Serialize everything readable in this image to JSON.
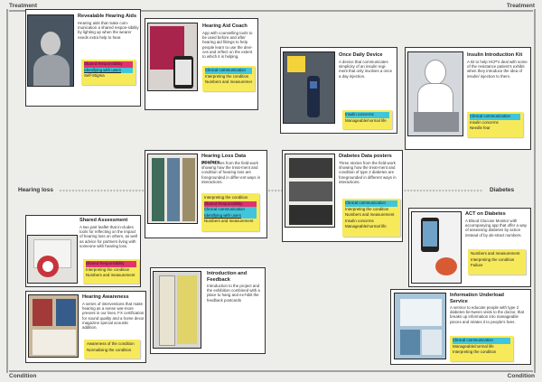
{
  "axes": {
    "top_left": "Treatment",
    "top_right": "Treatment",
    "bottom_left": "Condition",
    "bottom_right": "Condition",
    "left": "Hearing loss",
    "right": "Diabetes"
  },
  "cards": [
    {
      "title": "Revealable Hearing Aids",
      "text": "Hearing aids that make com-munication a shared respon-sibility by lighting up when the wearer needs extra help to hear.",
      "tags": [
        "Shared Responsibility",
        "Identifying with users",
        "Self-Stigma"
      ]
    },
    {
      "title": "Hearing Aid Coach",
      "text": "App with counselling tools to be used before and after hearing aid fittings to help people learn to use the devi-ces and reflect on the extent to which it is helping.",
      "tags": [
        "Clinical communication",
        "Interpreting the condition",
        "Numbers and measurement"
      ]
    },
    {
      "title": "Once Daily Device",
      "text": "A device that communicates simplicity of an insulin regi-ment that only involves a once a day injection.",
      "tags": [
        "Insulin concerns",
        "Manageable/normal life"
      ]
    },
    {
      "title": "Insulin Introduction Kit",
      "text": "A kit to help HCP's deal with some of the resistance patient's exhibit when they introduce the idea of insulin/ injection to them.",
      "tags": [
        "Clinical communication",
        "Insulin concerns",
        "Needle fear"
      ]
    },
    {
      "title": "Hearing Loss Data posters",
      "text": "Three stories from the field-work showing how the treat-ment and condition of hearing loss are foregrounded in differ-ent ways in interactions.",
      "tags": [
        "Interpreting the condition",
        "Shared Responsibility",
        "Clinical communication",
        "Identifying with users",
        "Numbers and measurement"
      ]
    },
    {
      "title": "Diabetes Data posters",
      "text": "Three stories from the field-work showing how the treat-ment and condition of type 2 diabetes are foregrounded in different ways in interactions.",
      "tags": [
        "Clinical communication",
        "Interpreting the condition",
        "Numbers and measurement",
        "Insulin concerns",
        "Manageable/normal life"
      ]
    },
    {
      "title": "Shared Assessment",
      "text": "A two part leaflet that in-cludes tools for reflecting on the impact of hearing loss on others, as well as advice for partners living with someone with hearing loss.",
      "tags": [
        "Shared Responsibility",
        "Interpreting the condition",
        "Numbers and measurement"
      ]
    },
    {
      "title": "ACT on Diabetes",
      "text": "A Blood Glucose Monitor with accompanying app that offer a way of assessing diabetes by action instead of by ab-stract numbers.",
      "tags": [
        "Numbers and measurement",
        "Interpreting the condition",
        "Failure"
      ]
    },
    {
      "title": "Introduction and Feedback",
      "text": "Introduction to the project and the exhibition combined with a place to hang and ex-hibit the feedback postcards",
      "tags": []
    },
    {
      "title": "Hearing Awareness",
      "text": "A series of interventions that make hearing as a sense war-more present in our lives, FX certification for sound quality and a home decor magazine special acoustic addition.",
      "tags": [
        "Awareness of the condition",
        "Normalising the condition"
      ]
    },
    {
      "title": "Information Underload Service",
      "text": "A service to educate people with type 2 diabetes be-tween visits to the doctor, that breaks up information into manageable pieces and relates it to people's lives.",
      "tags": [
        "Clinical communication",
        "Manageable/normal life",
        "Interpreting the condition"
      ]
    }
  ]
}
